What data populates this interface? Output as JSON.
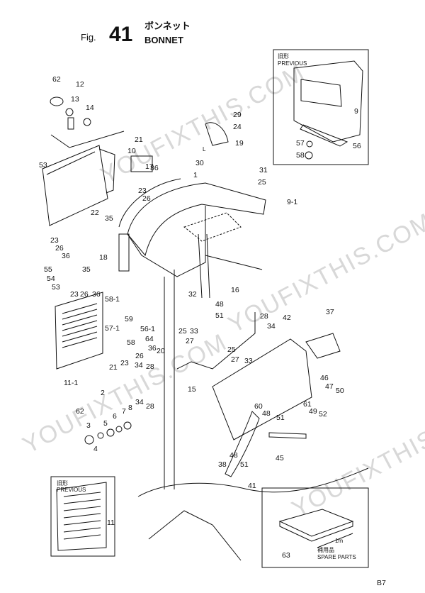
{
  "header": {
    "fig_label": "Fig.",
    "fig_number": "41",
    "title_jp": "ボンネット",
    "title_en": "BONNET"
  },
  "insets": {
    "previous_jp": "旧形",
    "previous_en": "PREVIOUS",
    "spare_jp": "補用品",
    "spare_en": "SPARE PARTS",
    "length_mark": "1m",
    "dim_letter": "L"
  },
  "page_code": "B7",
  "watermark": "YOUFIXTHIS.COM",
  "part_labels": [
    "62",
    "12",
    "13",
    "14",
    "21",
    "10",
    "53",
    "36",
    "23",
    "26",
    "17",
    "22",
    "35",
    "23",
    "26",
    "36",
    "18",
    "55",
    "35",
    "54",
    "53",
    "23",
    "26",
    "36",
    "58-1",
    "59",
    "57-1",
    "56-1",
    "64",
    "58",
    "21",
    "23",
    "26",
    "36",
    "11-1",
    "2",
    "3",
    "5",
    "6",
    "7",
    "8",
    "62",
    "4",
    "34",
    "28",
    "20",
    "34",
    "28",
    "29",
    "24",
    "19",
    "30",
    "1",
    "31",
    "25",
    "9-1",
    "32",
    "48",
    "51",
    "16",
    "28",
    "34",
    "42",
    "37",
    "25",
    "33",
    "27",
    "25",
    "27",
    "33",
    "15",
    "46",
    "47",
    "50",
    "60",
    "48",
    "51",
    "61",
    "49",
    "52",
    "38",
    "48",
    "51",
    "41",
    "45",
    "11",
    "63",
    "9",
    "57",
    "58",
    "56"
  ]
}
